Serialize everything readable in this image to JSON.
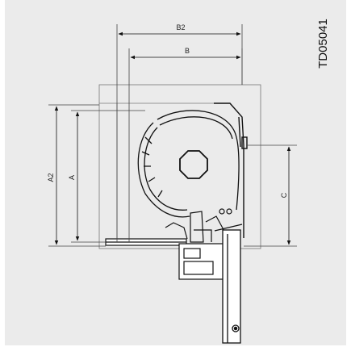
{
  "drawing": {
    "code": "TD05041",
    "dimensions": {
      "b2": "B2",
      "b": "B",
      "a2": "A2",
      "a": "A",
      "c": "C"
    }
  }
}
